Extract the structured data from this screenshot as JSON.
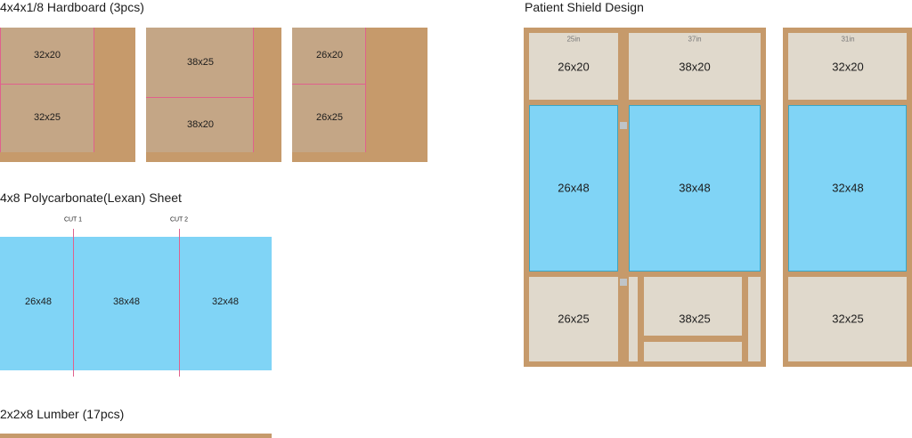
{
  "hardboard": {
    "title": "4x4x1/8 Hardboard (3pcs)",
    "boards": [
      {
        "top": "32x20",
        "bottom": "32x25"
      },
      {
        "top": "38x25",
        "bottom": "38x20"
      },
      {
        "top": "26x20",
        "bottom": "26x25"
      }
    ]
  },
  "polycarbonate": {
    "title": "4x8 Polycarbonate(Lexan) Sheet",
    "cuts": [
      "CUT 1",
      "CUT 2"
    ],
    "pieces": [
      "26x48",
      "38x48",
      "32x48"
    ]
  },
  "lumber": {
    "title": "2x2x8 Lumber (17pcs)"
  },
  "design": {
    "title": "Patient Shield Design",
    "columns": [
      {
        "width_label": "25in",
        "top": "26x20",
        "middle": "26x48",
        "bottom": "26x25"
      },
      {
        "width_label": "37in",
        "top": "38x20",
        "middle": "38x48",
        "bottom": "38x25"
      },
      {
        "width_label": "31in",
        "top": "32x20",
        "middle": "32x48",
        "bottom": "32x25"
      }
    ]
  },
  "colors": {
    "wood": "#c69a6b",
    "hardboard_piece": "#c4a686",
    "panel": "#e0d9cc",
    "polycarbonate": "#80d4f6",
    "cut_line": "#e0618d"
  }
}
